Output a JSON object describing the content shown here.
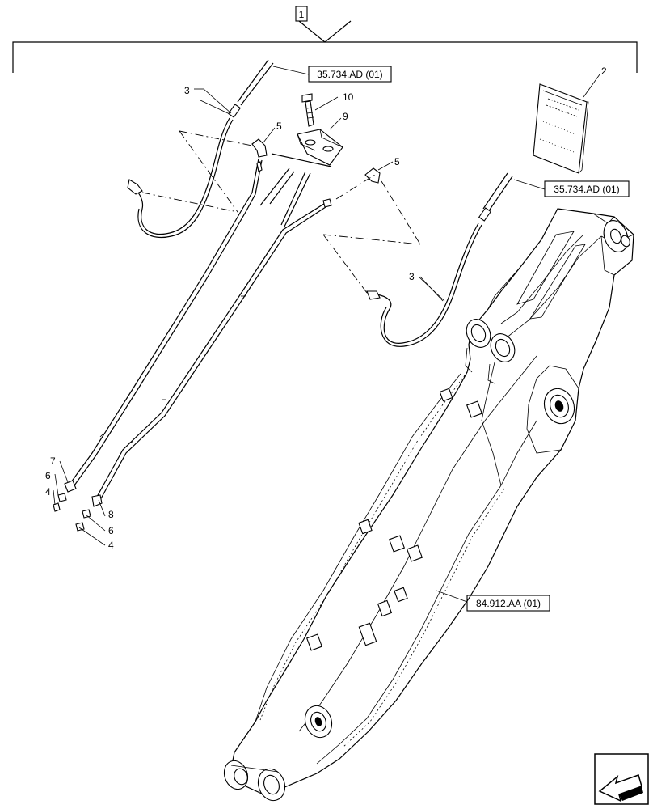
{
  "title_ref": "1",
  "callouts": {
    "c1": "2",
    "c2": "3",
    "c3": "3",
    "c4": "10",
    "c5": "9",
    "c6": "5",
    "c7": "5",
    "c8": "7",
    "c9": "6",
    "c10": "4",
    "c11": "8",
    "c12": "6",
    "c13": "4"
  },
  "references": {
    "ref_top": "35.734.AD (01)",
    "ref_right": "35.734.AD (01)",
    "ref_boom": "84.912.AA (01)"
  },
  "icons": {
    "nav": "arrow-navigation-icon"
  }
}
